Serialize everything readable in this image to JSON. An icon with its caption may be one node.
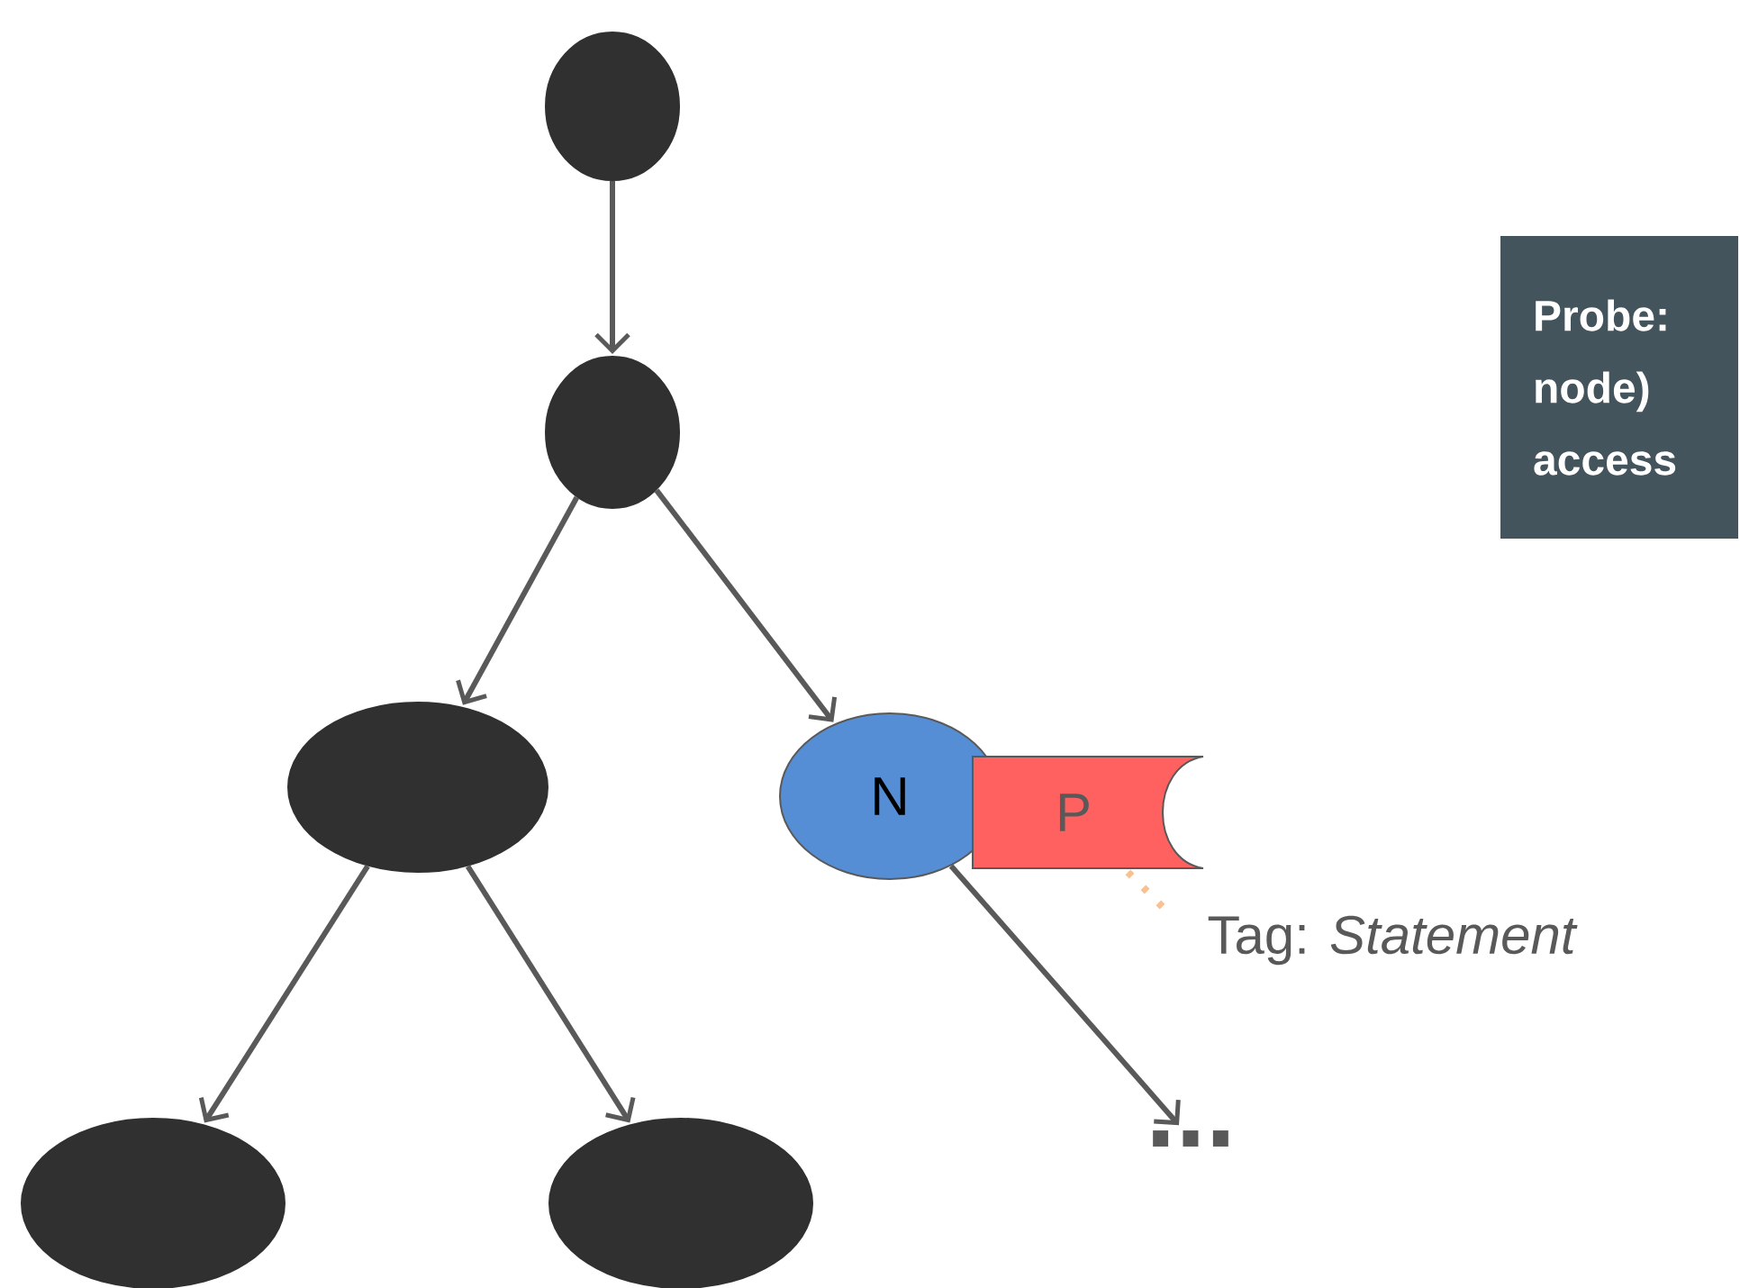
{
  "diagram": {
    "nodes": [
      {
        "text": [],
        "shape": "ellipse"
      },
      {
        "text": [],
        "shape": "ellipse"
      },
      {
        "text": [],
        "shape": "ellipse"
      },
      {
        "text": [],
        "shape": "ellipse"
      },
      {
        "text": [],
        "shape": "ellipse"
      },
      {
        "text": [
          "N"
        ]
      },
      {
        "text": [
          "P"
        ]
      },
      {
        "text": [
          "..."
        ]
      },
      {
        "text": [
          "Tag: *Statement*"
        ]
      },
      {
        "text": [
          "Probe: node) access"
        ]
      }
    ],
    "edges": [
      {
        "from": 0,
        "to": 1,
        "arrow": "to"
      },
      {
        "from": 1,
        "to": 2,
        "arrow": "to"
      },
      {
        "from": 1,
        "to": 5,
        "arrow": "to"
      },
      {
        "from": 2,
        "to": 3,
        "arrow": "to"
      },
      {
        "from": 2,
        "to": 4,
        "arrow": "to"
      },
      {
        "from": 5,
        "to": 7,
        "arrow": "to"
      },
      {
        "from": 6,
        "to": 8,
        "arrow": "none",
        "style": "dashed",
        "color": "#fac090"
      }
    ]
  }
}
